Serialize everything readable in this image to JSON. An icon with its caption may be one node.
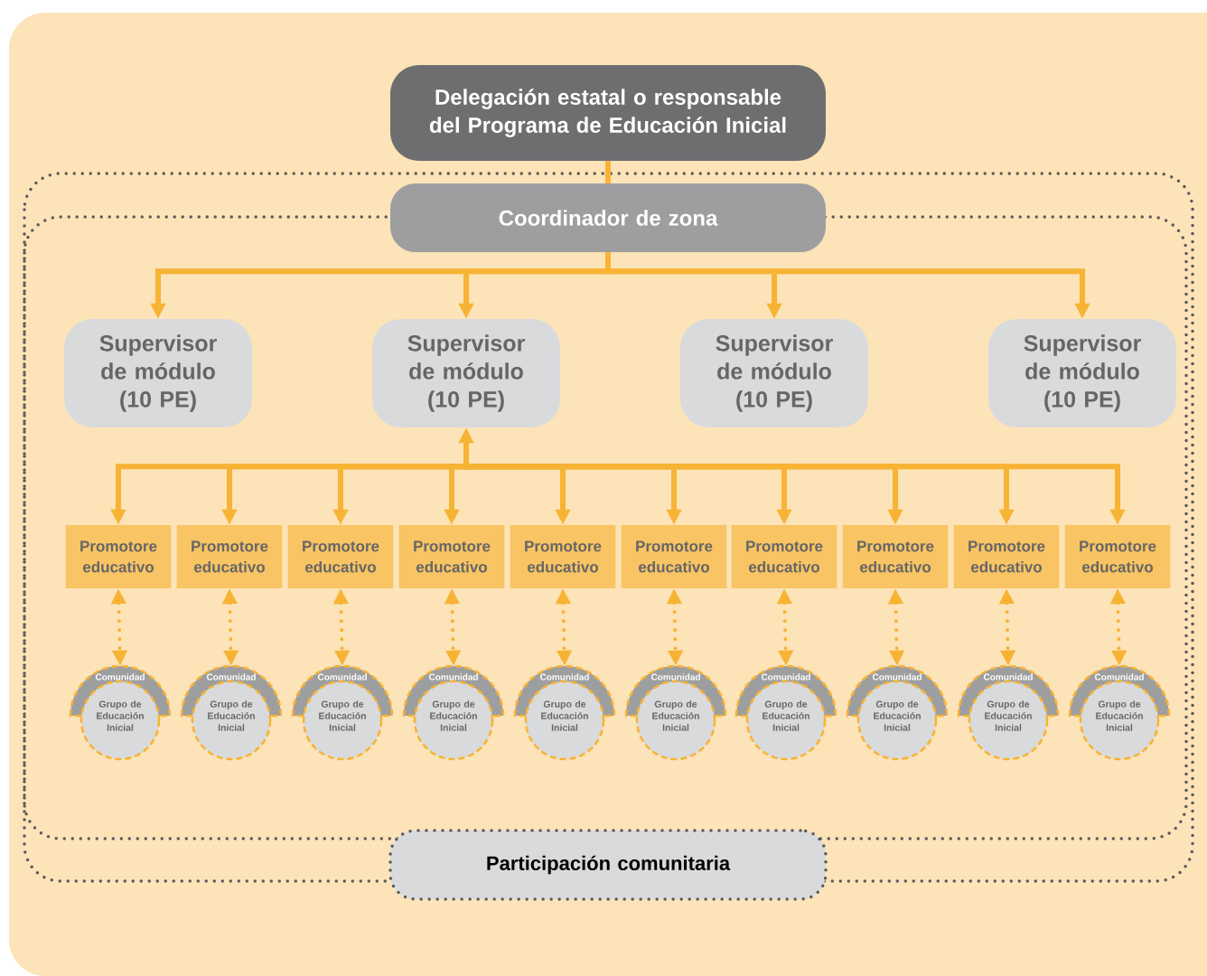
{
  "diagram": {
    "nodes": [
      {
        "text": [
          "Delegación estatal o responsable del Programa de Educación Inicial"
        ]
      },
      {
        "text": [
          "Coordinador de zona"
        ]
      },
      {
        "text": [
          "Supervisor de módulo (10 PE)"
        ]
      },
      {
        "text": [
          "Supervisor de módulo (10 PE)"
        ]
      },
      {
        "text": [
          "Supervisor de módulo (10 PE)"
        ]
      },
      {
        "text": [
          "Supervisor de módulo (10 PE)"
        ]
      },
      {
        "text": [
          "Promotore educativo"
        ]
      },
      {
        "text": [
          "Promotore educativo"
        ]
      },
      {
        "text": [
          "Promotore educativo"
        ]
      },
      {
        "text": [
          "Promotore educativo"
        ]
      },
      {
        "text": [
          "Promotore educativo"
        ]
      },
      {
        "text": [
          "Promotore educativo"
        ]
      },
      {
        "text": [
          "Promotore educativo"
        ]
      },
      {
        "text": [
          "Promotore educativo"
        ]
      },
      {
        "text": [
          "Promotore educativo"
        ]
      },
      {
        "text": [
          "Promotore educativo"
        ]
      },
      {
        "text": [
          "Comunidad",
          "Grupo de Educación Inicial"
        ]
      },
      {
        "text": [
          "Comunidad",
          "Grupo de Educación Inicial"
        ]
      },
      {
        "text": [
          "Comunidad",
          "Grupo de Educación Inicial"
        ]
      },
      {
        "text": [
          "Comunidad",
          "Grupo de Educación Inicial"
        ]
      },
      {
        "text": [
          "Comunidad",
          "Grupo de Educación Inicial"
        ]
      },
      {
        "text": [
          "Comunidad",
          "Grupo de Educación Inicial"
        ]
      },
      {
        "text": [
          "Comunidad",
          "Grupo de Educación Inicial"
        ]
      },
      {
        "text": [
          "Comunidad",
          "Grupo de Educación Inicial"
        ]
      },
      {
        "text": [
          "Comunidad",
          "Grupo de Educación Inicial"
        ]
      },
      {
        "text": [
          "Comunidad",
          "Grupo de Educación Inicial"
        ]
      },
      {
        "text": [
          "Participación comunitaria"
        ]
      }
    ],
    "edges": [
      {
        "from": 0,
        "to": 1,
        "arrow": "none"
      },
      {
        "from": 1,
        "to": 2,
        "arrow": "to"
      },
      {
        "from": 1,
        "to": 3,
        "arrow": "to"
      },
      {
        "from": 1,
        "to": 4,
        "arrow": "to"
      },
      {
        "from": 1,
        "to": 5,
        "arrow": "to"
      },
      {
        "from": 3,
        "to": 6,
        "arrow": "both"
      },
      {
        "from": 3,
        "to": 7,
        "arrow": "both"
      },
      {
        "from": 3,
        "to": 8,
        "arrow": "both"
      },
      {
        "from": 3,
        "to": 9,
        "arrow": "both"
      },
      {
        "from": 3,
        "to": 10,
        "arrow": "both"
      },
      {
        "from": 3,
        "to": 11,
        "arrow": "both"
      },
      {
        "from": 3,
        "to": 12,
        "arrow": "both"
      },
      {
        "from": 3,
        "to": 13,
        "arrow": "both"
      },
      {
        "from": 3,
        "to": 14,
        "arrow": "both"
      },
      {
        "from": 3,
        "to": 15,
        "arrow": "both"
      },
      {
        "from": 6,
        "to": 16,
        "arrow": "both",
        "style": "dashed"
      },
      {
        "from": 7,
        "to": 17,
        "arrow": "both",
        "style": "dashed"
      },
      {
        "from": 8,
        "to": 18,
        "arrow": "both",
        "style": "dashed"
      },
      {
        "from": 9,
        "to": 19,
        "arrow": "both",
        "style": "dashed"
      },
      {
        "from": 10,
        "to": 20,
        "arrow": "both",
        "style": "dashed"
      },
      {
        "from": 11,
        "to": 21,
        "arrow": "both",
        "style": "dashed"
      },
      {
        "from": 12,
        "to": 22,
        "arrow": "both",
        "style": "dashed"
      },
      {
        "from": 13,
        "to": 23,
        "arrow": "both",
        "style": "dashed"
      },
      {
        "from": 14,
        "to": 24,
        "arrow": "both",
        "style": "dashed"
      },
      {
        "from": 15,
        "to": 25,
        "arrow": "both",
        "style": "dashed"
      }
    ]
  }
}
